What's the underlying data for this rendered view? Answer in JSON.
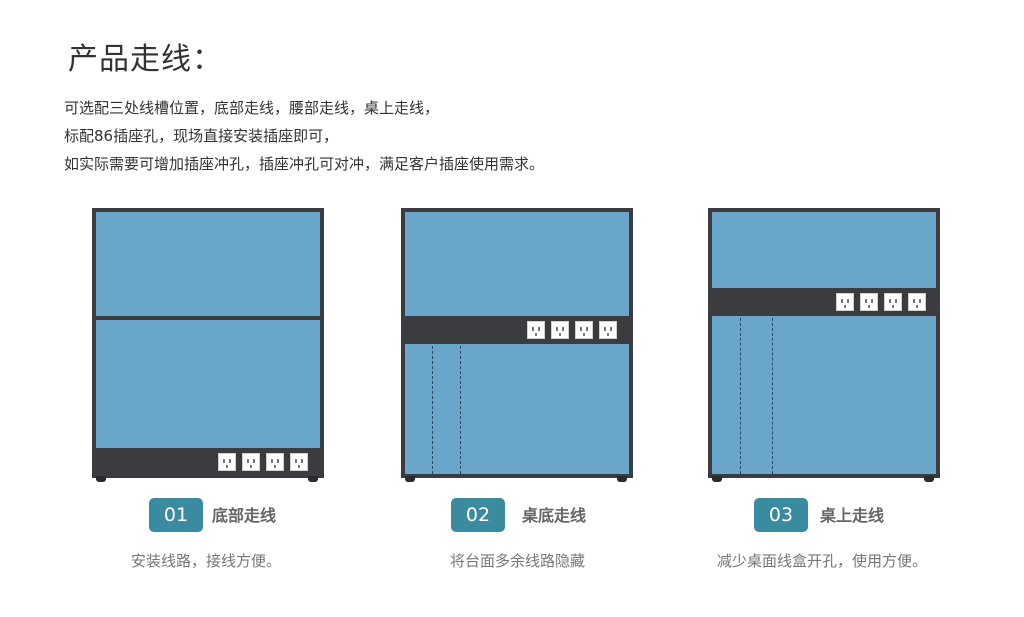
{
  "header": {
    "title": "产品走线：",
    "intro_lines": [
      "可选配三处线槽位置，底部走线，腰部走线，桌上走线，",
      "标配86插座孔，现场直接安装插座即可，",
      "如实际需要可增加插座冲孔，插座冲孔可对冲，满足客户插座使用需求。"
    ]
  },
  "options": [
    {
      "number": "01",
      "title": "底部走线",
      "description": "安装线路，接线方便。"
    },
    {
      "number": "02",
      "title": "桌底走线",
      "description": "将台面多余线路隐藏"
    },
    {
      "number": "03",
      "title": "桌上走线",
      "description": "减少桌面线盒开孔，使用方便。"
    }
  ],
  "colors": {
    "fabric": "#6aa6c9",
    "frame": "#3a3c40",
    "badge": "#3a8aa0"
  }
}
